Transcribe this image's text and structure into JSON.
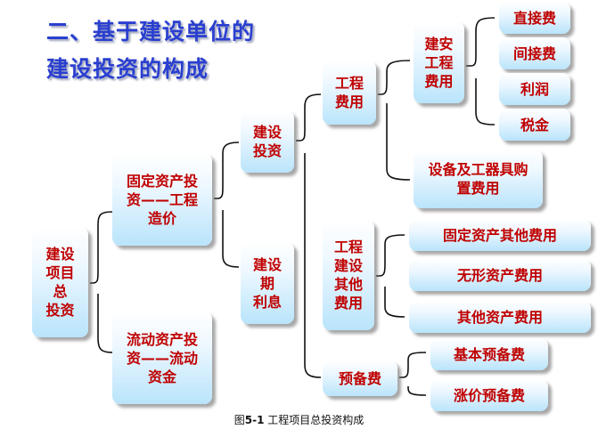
{
  "title": {
    "line1": "二、基于建设单位的",
    "line2": "建设投资的构成"
  },
  "nodes": {
    "total": "建设\n项目\n总\n投资",
    "fixed": "固定资产投\n资——工程\n造价",
    "current": "流动资产投\n资——流动\n资金",
    "construction_invest": "建设\n投资",
    "interest": "建设\n期\n利息",
    "engineering_cost": "工程\n费用",
    "other_cost": "工程\n建设\n其他\n费用",
    "reserve": "预备费",
    "jianan": "建安\n工程\n费用",
    "equipment": "设备及工器具购\n置费用",
    "direct": "直接费",
    "indirect": "间接费",
    "profit": "利润",
    "tax": "税金",
    "fixed_other": "固定资产其他费用",
    "intangible": "无形资产费用",
    "other_asset": "其他资产费用",
    "basic_reserve": "基本预备费",
    "price_reserve": "涨价预备费"
  },
  "caption": {
    "prefix": "图",
    "num": "5-1",
    "text": " 工程项目总投资构成"
  }
}
